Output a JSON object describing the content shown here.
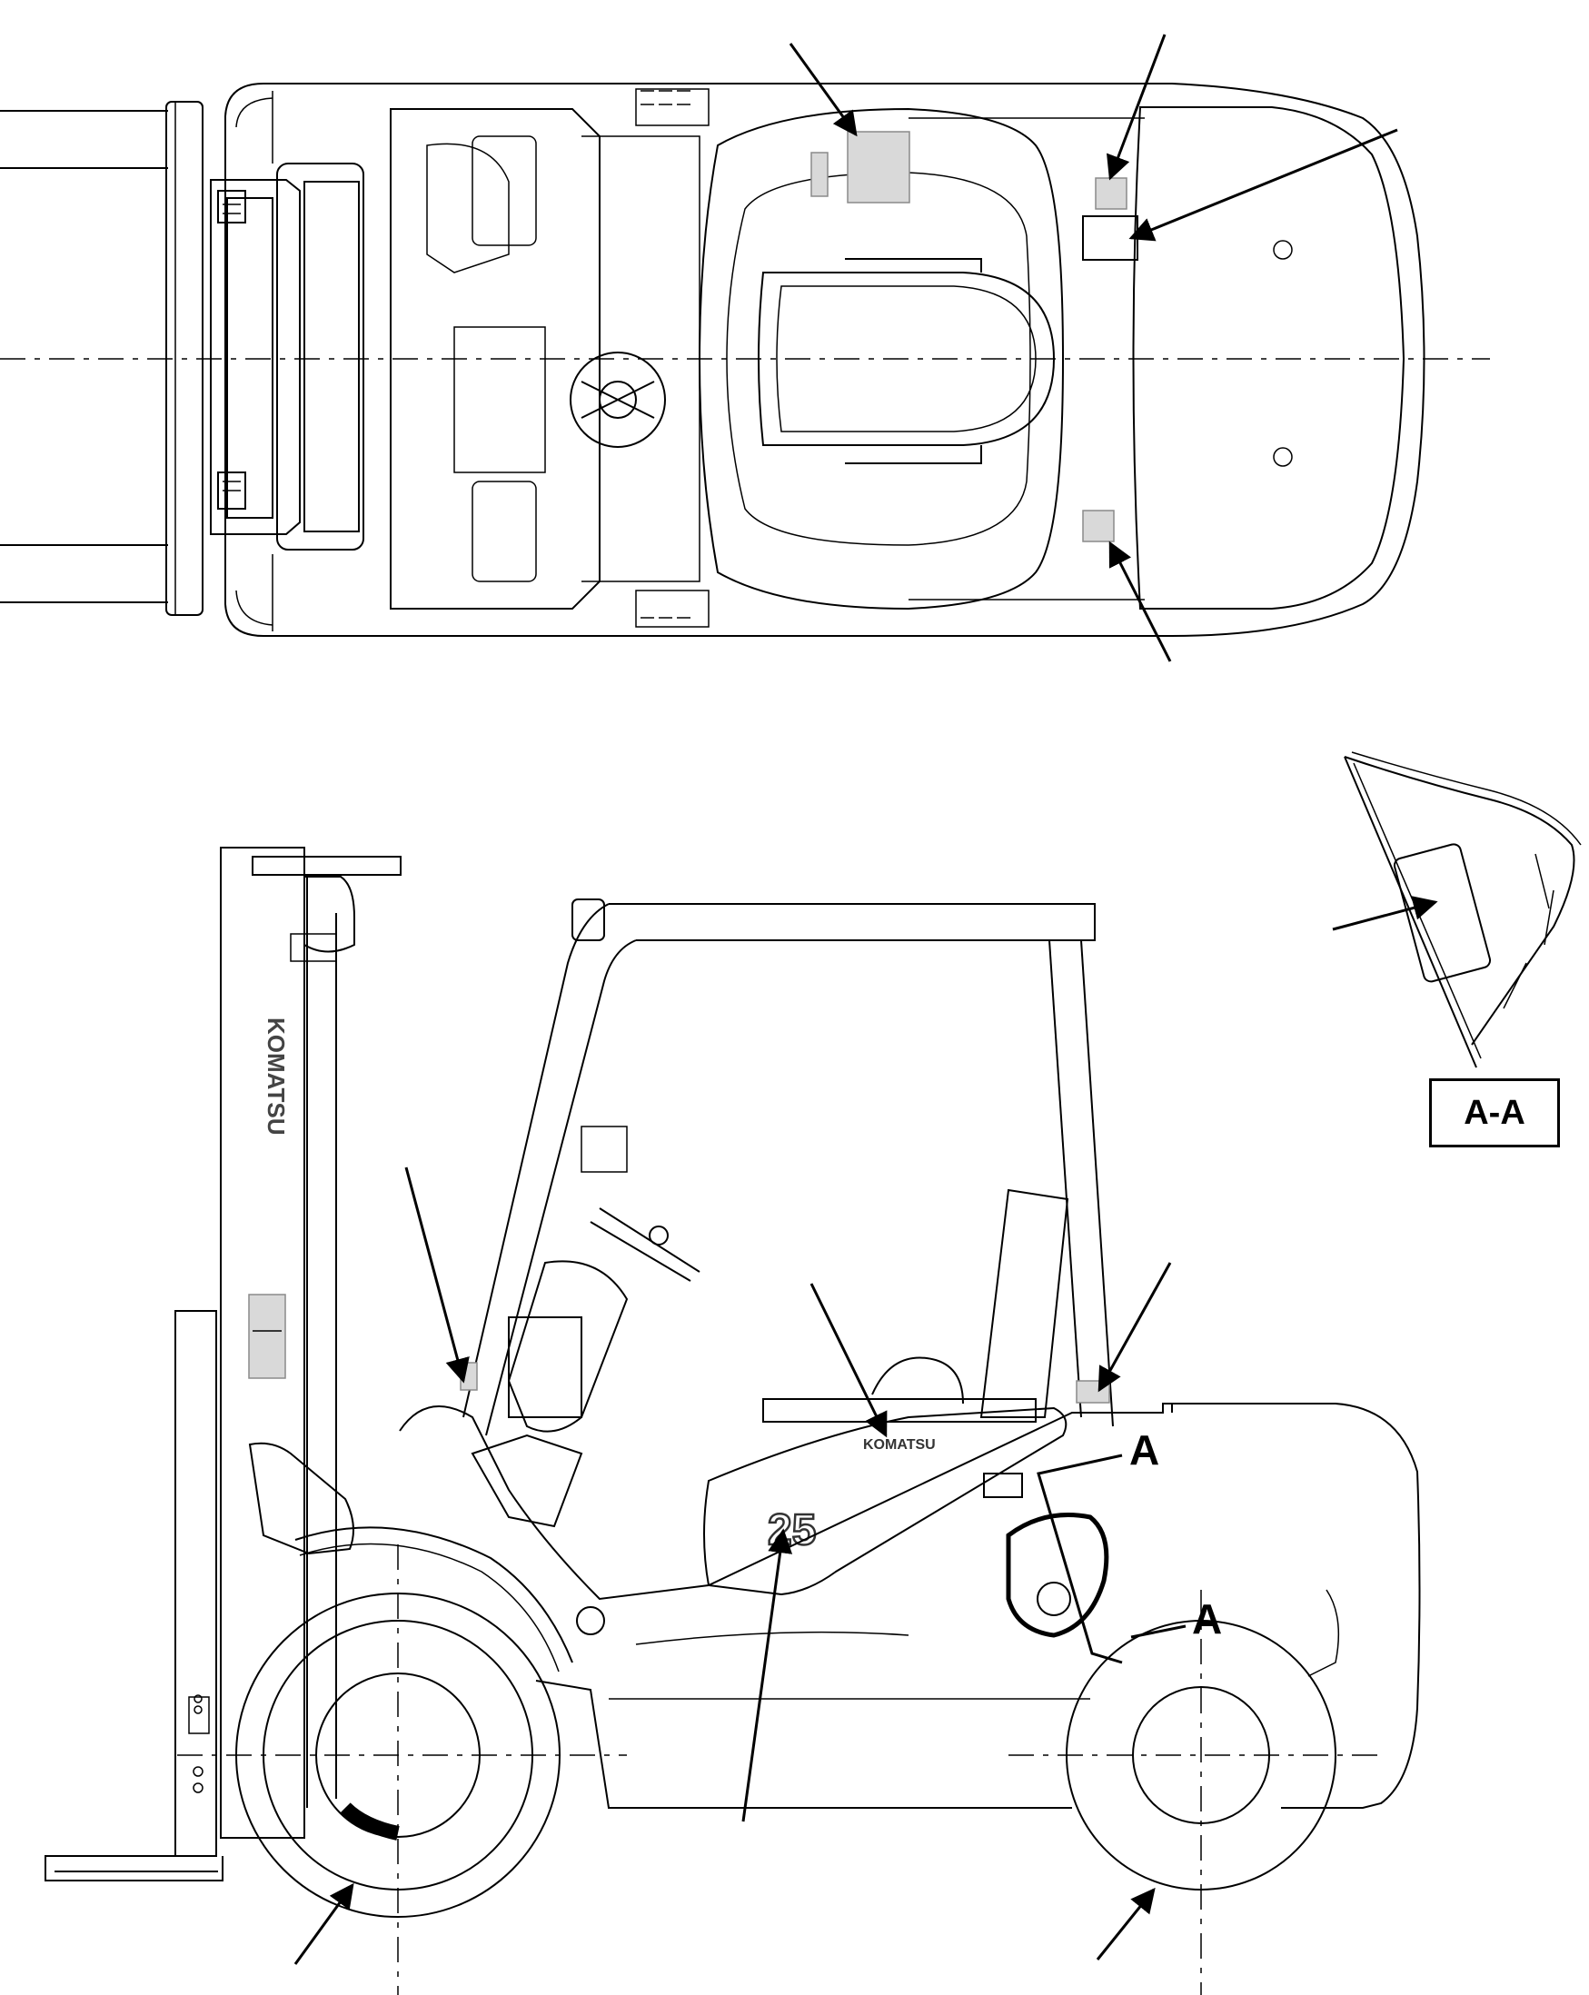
{
  "brand_text": "KOMATSU",
  "model_number": "25",
  "section_marker": "A",
  "section_label": "A-A",
  "views": {
    "top_view": "forklift-top-view",
    "side_view": "forklift-side-view",
    "section_view": "section-a-a-detail"
  }
}
